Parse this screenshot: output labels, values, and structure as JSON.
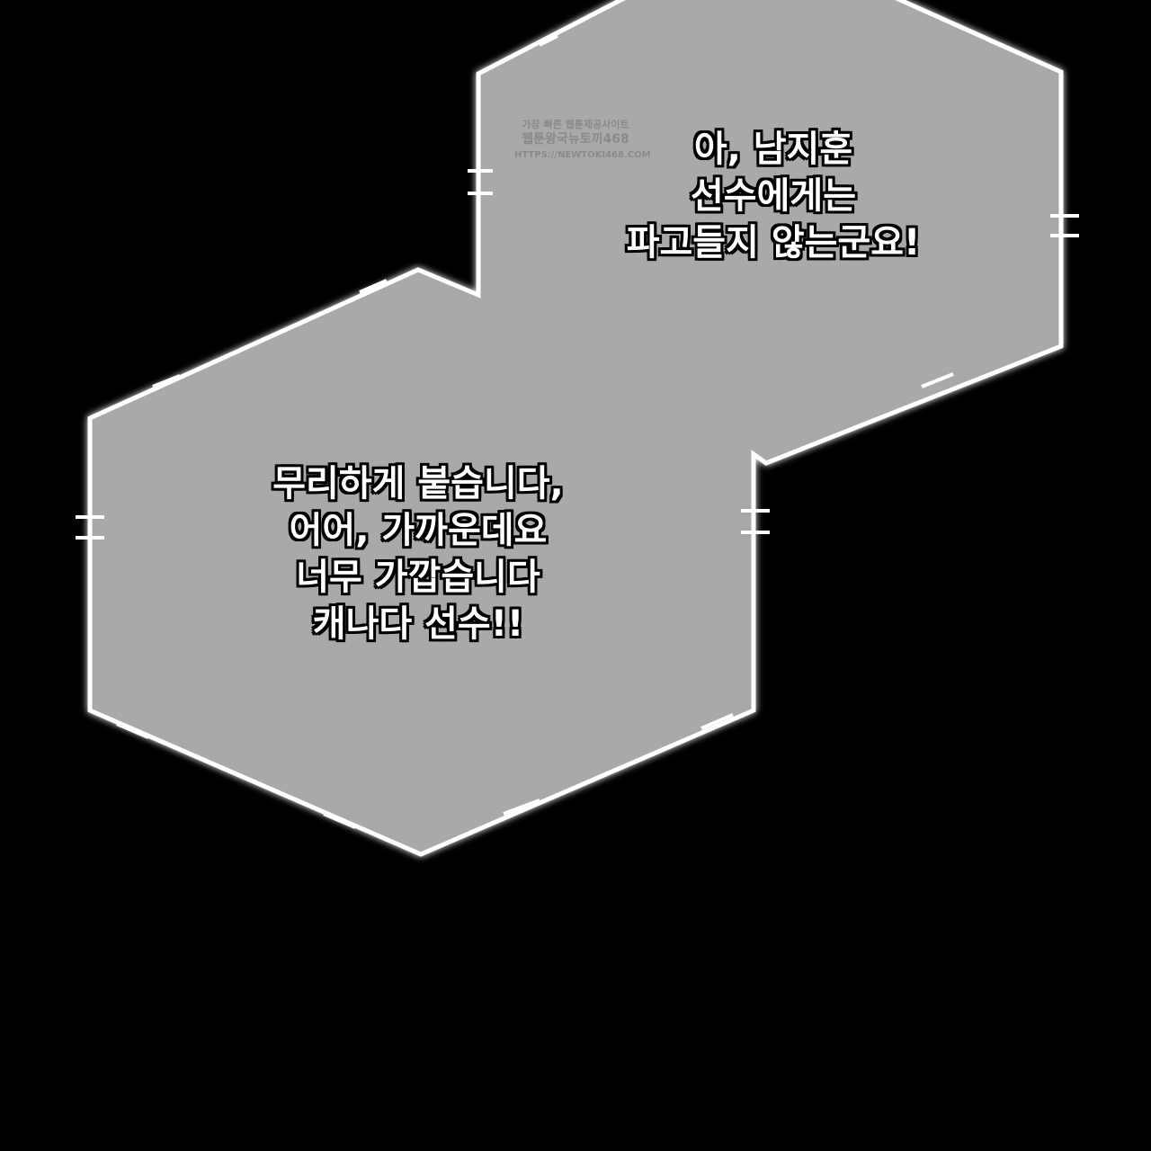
{
  "speech_top": {
    "lines": [
      "아, 남지훈",
      "선수에게는",
      "파고들지 않는군요!"
    ]
  },
  "speech_bottom": {
    "lines": [
      "무리하게 붙습니다,",
      "어어, 가까운데요",
      "너무 가깝습니다",
      "캐나다 선수!!"
    ]
  },
  "watermark": {
    "line1": "가장 빠른 웹툰제공사이트",
    "line2": "웹툰왕국뉴토끼468",
    "line3": "HTTPS://NEWTOKI468.COM"
  },
  "colors": {
    "background": "#000000",
    "bubble_fill": "#a9a9a9",
    "bubble_border": "#ffffff"
  }
}
